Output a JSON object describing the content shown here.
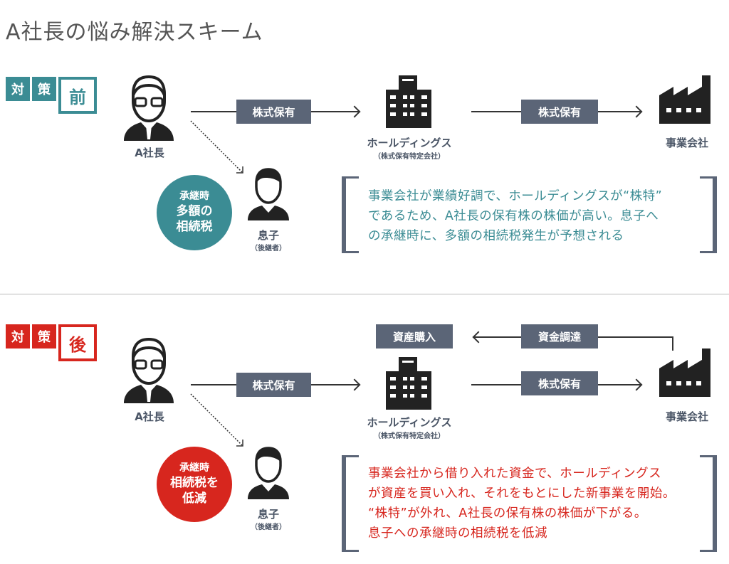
{
  "title": "A社長の悩み解決スキーム",
  "colors": {
    "teal": "#3b8c94",
    "red": "#d7261e",
    "slate": "#5b6577"
  },
  "labels": {
    "ceo": "A社長",
    "holdings": "ホールディングス",
    "holdings_sub": "（株式保有特定会社）",
    "company": "事業会社",
    "son": "息子",
    "son_sub": "（後継者）",
    "shareholding": "株式保有"
  },
  "before": {
    "badge": [
      "対",
      "策",
      "前"
    ],
    "circle": [
      "承継時",
      "多額の",
      "相続税"
    ],
    "quote": [
      "事業会社が業績好調で、ホールディングスが“株特”",
      "であるため、A社長の保有株の株価が高い。息子へ",
      "の承継時に、多額の相続税発生が予想される"
    ]
  },
  "after": {
    "badge": [
      "対",
      "策",
      "後"
    ],
    "asset_purchase": "資産購入",
    "funding": "資金調達",
    "circle": [
      "承継時",
      "相続税を",
      "低減"
    ],
    "quote": [
      "事業会社から借り入れた資金で、ホールディングス",
      "が資産を買い入れ、それをもとにした新事業を開始。",
      "“株特”が外れ、A社長の保有株の株価が下がる。",
      "息子への承継時の相続税を低減"
    ]
  }
}
